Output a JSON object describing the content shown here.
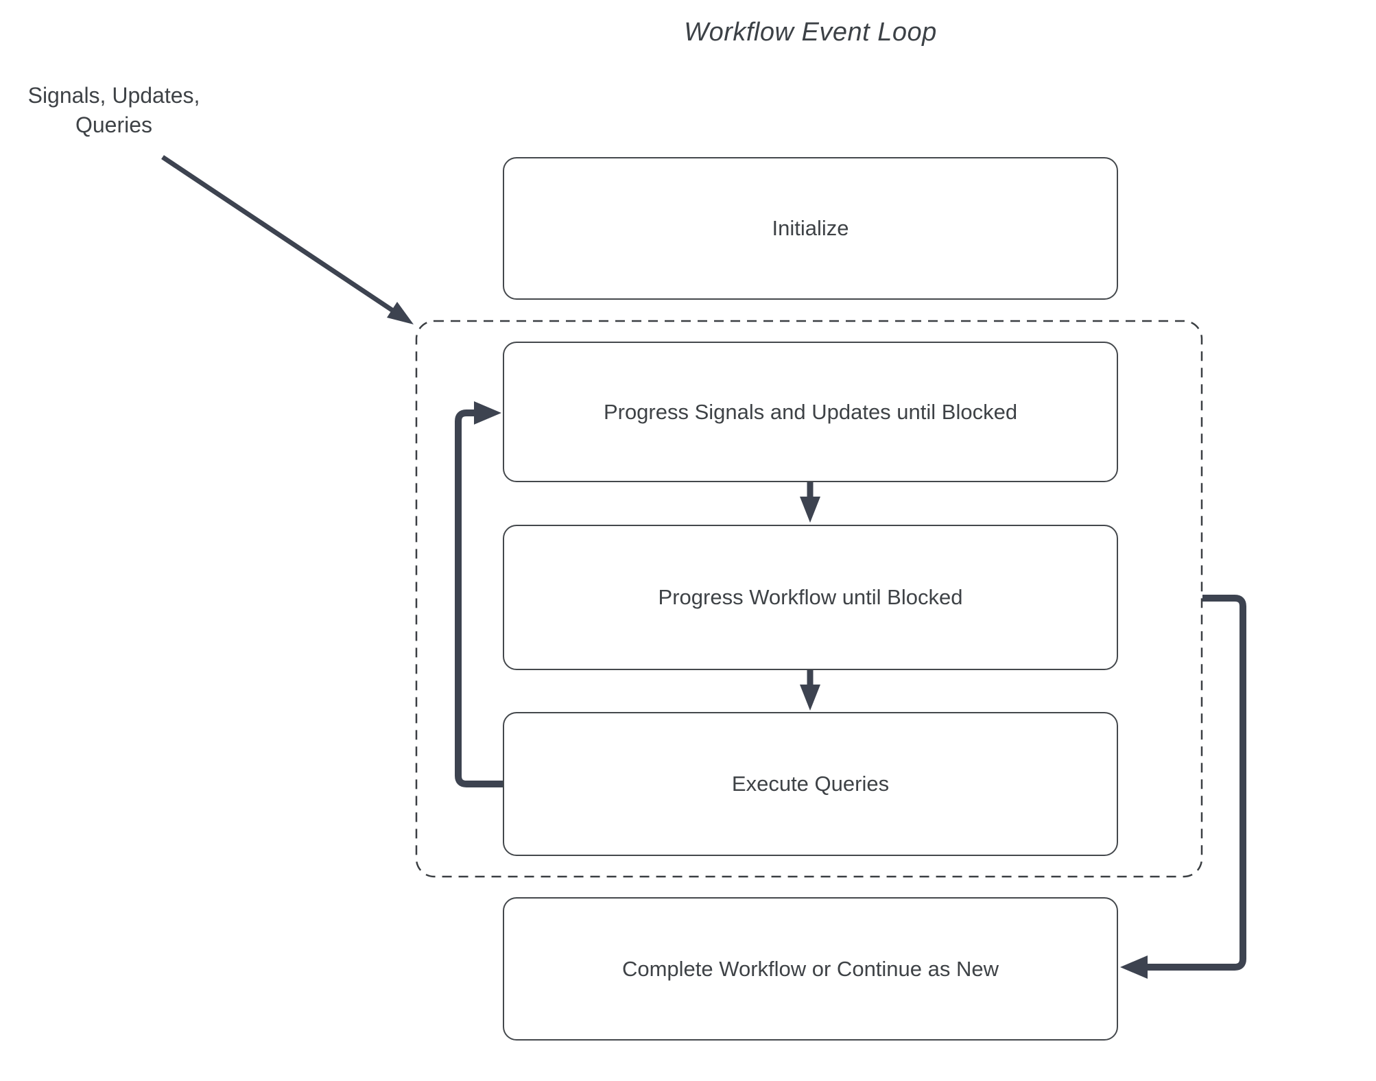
{
  "title": "Workflow Event Loop",
  "annotation": {
    "line1": "Signals, Updates,",
    "line2": "Queries"
  },
  "nodes": {
    "initialize": {
      "label": "Initialize"
    },
    "progress_signals": {
      "label": "Progress Signals and Updates until Blocked"
    },
    "progress_workflow": {
      "label": "Progress Workflow until Blocked"
    },
    "execute_queries": {
      "label": "Execute Queries"
    },
    "complete_workflow": {
      "label": "Complete Workflow or Continue as New"
    }
  },
  "groups": {
    "event_loop": {
      "contains": [
        "progress_signals",
        "progress_workflow",
        "execute_queries"
      ],
      "style": "dashed"
    }
  },
  "edges": [
    {
      "from": "annotation",
      "to": "event_loop_group",
      "style": "thin-diagonal-arrow"
    },
    {
      "from": "progress_signals",
      "to": "progress_workflow",
      "style": "short-down-arrow"
    },
    {
      "from": "progress_workflow",
      "to": "execute_queries",
      "style": "short-down-arrow"
    },
    {
      "from": "execute_queries",
      "to": "progress_signals",
      "style": "thick-loop-back-left"
    },
    {
      "from": "event_loop_group",
      "to": "complete_workflow",
      "style": "thick-elbow-right"
    }
  ],
  "colors": {
    "background": "#ffffff",
    "box_border": "#44484c",
    "dashed_border": "#3a3e42",
    "text": "#3e4246",
    "thick_arrow": "#3d4350",
    "thin_arrow": "#3d4350"
  }
}
